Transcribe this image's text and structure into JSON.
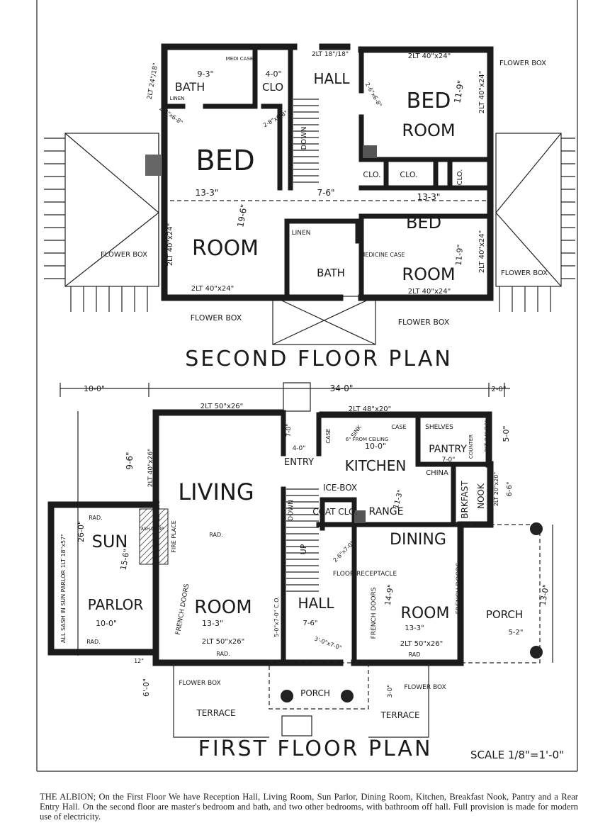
{
  "second_floor": {
    "title": "SECOND FLOOR PLAN",
    "labels": [
      "HALL",
      "BED",
      "ROOM",
      "BED",
      "ROOM",
      "BED",
      "ROOM",
      "BATH",
      "CLO",
      "LINEN",
      "MEDI CASE",
      "9-3\"",
      "4-0\"",
      "2LT 18\"/18\"",
      "2LT 40\"x24\"",
      "11-9\"",
      "2LT 40\"x24\"",
      "FLOWER BOX",
      "DOWN",
      "CLO.",
      "CLO.",
      "CLO.",
      "13-3\"",
      "7-6\"",
      "13-3\"",
      "19-6\"",
      "2LT 40\"x24\"",
      "FLOWER BOX",
      "2LT 40\"x24\"",
      "LINEN",
      "BATH",
      "MEDICINE CASE",
      "11-9\"",
      "2LT 40\"x24\"",
      "FLOWER BOX",
      "2LT 40\"x24\"",
      "FLOWER BOX",
      "FLOWER BOX",
      "2LT 24\"/18\"",
      "2-4\"x6-8\"",
      "2-8\"x6-8\"",
      "2-6\"x6-8\""
    ]
  },
  "first_floor": {
    "title": "FIRST FLOOR PLAN",
    "scale": "SCALE 1/8\"=1'-0\"",
    "labels": [
      "LIVING",
      "ROOM",
      "SUN",
      "PARLOR",
      "KITCHEN",
      "PANTRY",
      "ENTRY",
      "COAT CLO.",
      "ICE-BOX",
      "RANGE",
      "CHINA",
      "BRKFAST",
      "NOOK",
      "DINING",
      "ROOM",
      "HALL",
      "PORCH",
      "PORCH",
      "TERRACE",
      "TERRACE",
      "FLOWER BOX",
      "FLOWER BOX",
      "FIRE PLACE",
      "ASH DUMP",
      "FRENCH DOORS",
      "FRENCH DOORS",
      "FRENCH DOORS",
      "FLOOR RECEPTACLE",
      "UP",
      "DOWN",
      "SHELVES",
      "CASE",
      "CASE",
      "SINK",
      "COUNTER",
      "RAD.",
      "RAD.",
      "RAD.",
      "RAD.",
      "RAD",
      "10-0\"",
      "34-0\"",
      "2-0\"",
      "2LT 50\"x26\"",
      "2LT 48\"x20\"",
      "9-6\"",
      "2LT 40\"x26\"",
      "26-0\"",
      "ALL SASH IN SUN PARLOR 1LT 18\"x57\"",
      "15-6\"",
      "10-0\"",
      "13-3\"",
      "2LT 50\"x26\"",
      "7-6\"",
      "13-3\"",
      "14-9\"",
      "2LT 50\"x26\"",
      "5-0\"",
      "6-6\"",
      "13-0\"",
      "5-2\"",
      "6'-0\"",
      "3-0\"",
      "10-0\"",
      "11-3\"",
      "7-0\"",
      "4-0\"",
      "7-0\"",
      "12\"",
      "2LT 24\"/20\"",
      "2LT 20\"x20\"",
      "6\" FROM CEILING",
      "8x12 FLUE",
      "5-0\"x7-0\" C.O.",
      "3'-0\"x7-0\"",
      "2-6\"x7-0\""
    ]
  },
  "caption": "THE ALBION; On the First Floor We have Reception Hall, Living Room, Sun Parlor, Dining Room, Kitchen, Breakfast Nook, Pantry and a Rear Entry Hall.  On the second floor are master's bedroom and bath, and two other bedrooms, with bathroom off hall.  Full provision is made for modern use of electricity."
}
